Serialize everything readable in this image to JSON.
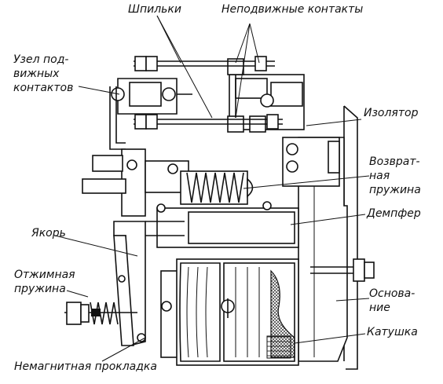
{
  "labels": {
    "shpilki": "Шпильки",
    "nepodvizhnye": "Неподвижные контакты",
    "uzel_1": "Узел под-",
    "uzel_2": "вижных",
    "uzel_3": "контактов",
    "izolyator": "Изолятор",
    "vozvrat_1": "Возврат-",
    "vozvrat_2": "ная",
    "vozvrat_3": "пружина",
    "dempfer": "Демпфер",
    "yakor": "Якорь",
    "otzhim_1": "Отжимная",
    "otzhim_2": "пружина",
    "osnovanie_1": "Основа-",
    "osnovanie_2": "ние",
    "katushka": "Катушка",
    "prokladka": "Немагнитная прокладка"
  }
}
